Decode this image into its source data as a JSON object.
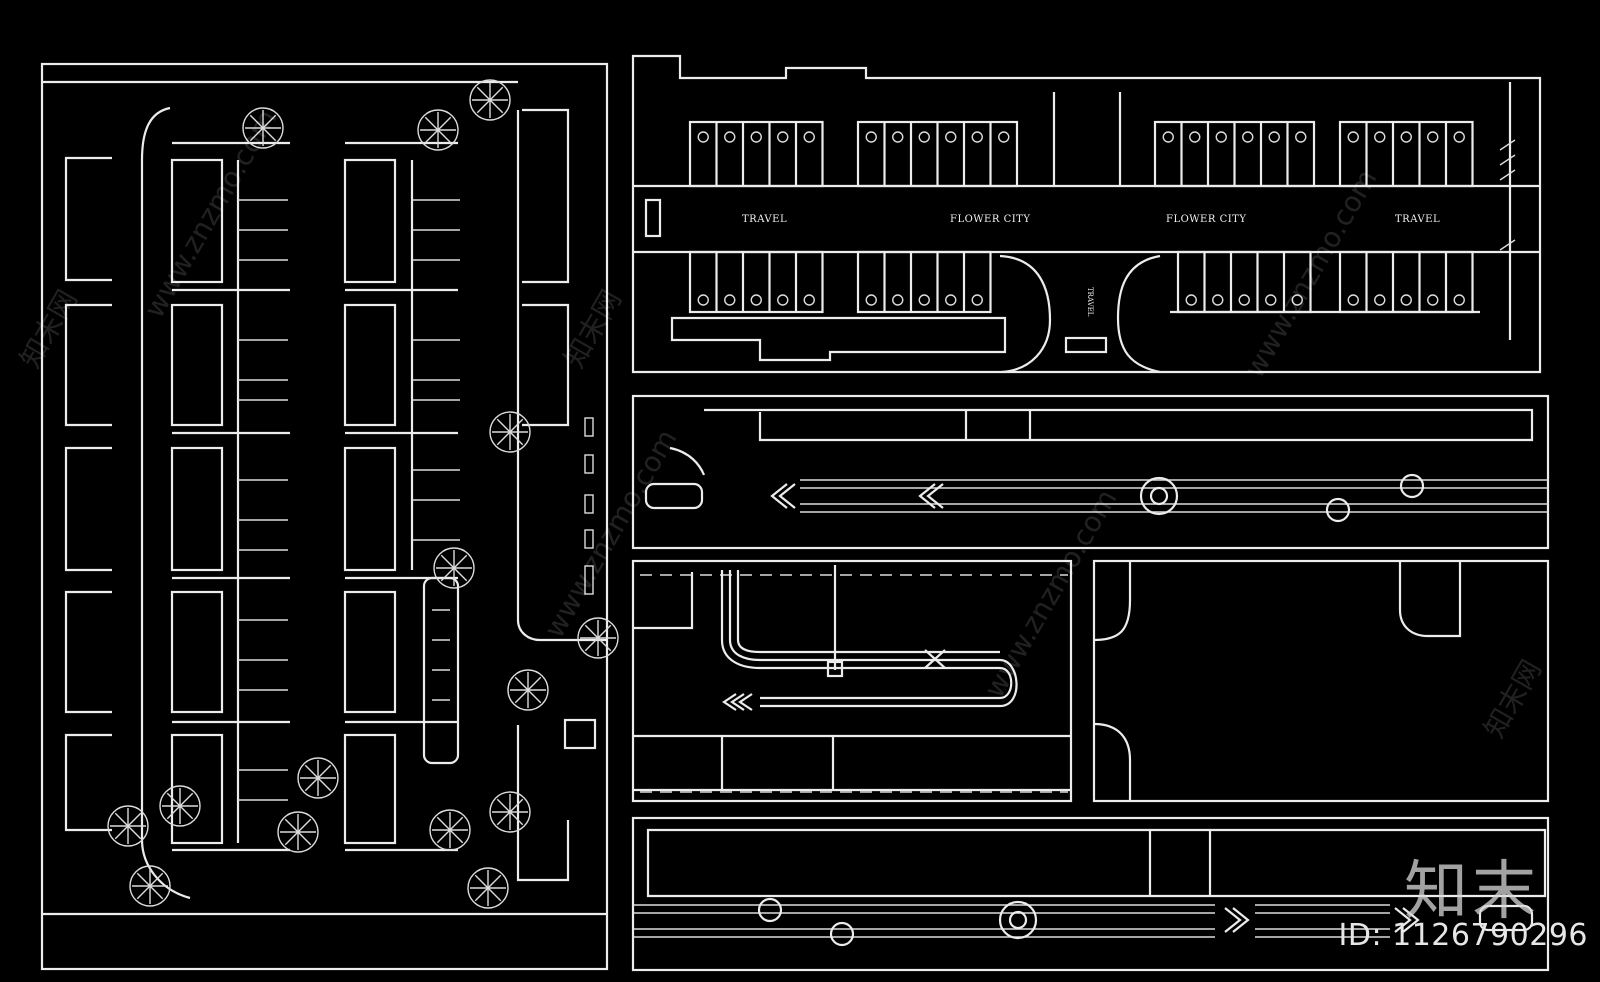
{
  "colors": {
    "background": "#000000",
    "line": "#ececec"
  },
  "plan_labels": {
    "travel_left": "TRAVEL",
    "flower_city_left": "FLOWER CITY",
    "flower_city_right": "FLOWER CITY",
    "travel_right": "TRAVEL",
    "travel_vertical": "TRAVEL"
  },
  "watermark": {
    "site": "www.znzmo.com",
    "brand": "知末网"
  },
  "brand_logo": "知末",
  "image_id": "ID: 1126790296"
}
